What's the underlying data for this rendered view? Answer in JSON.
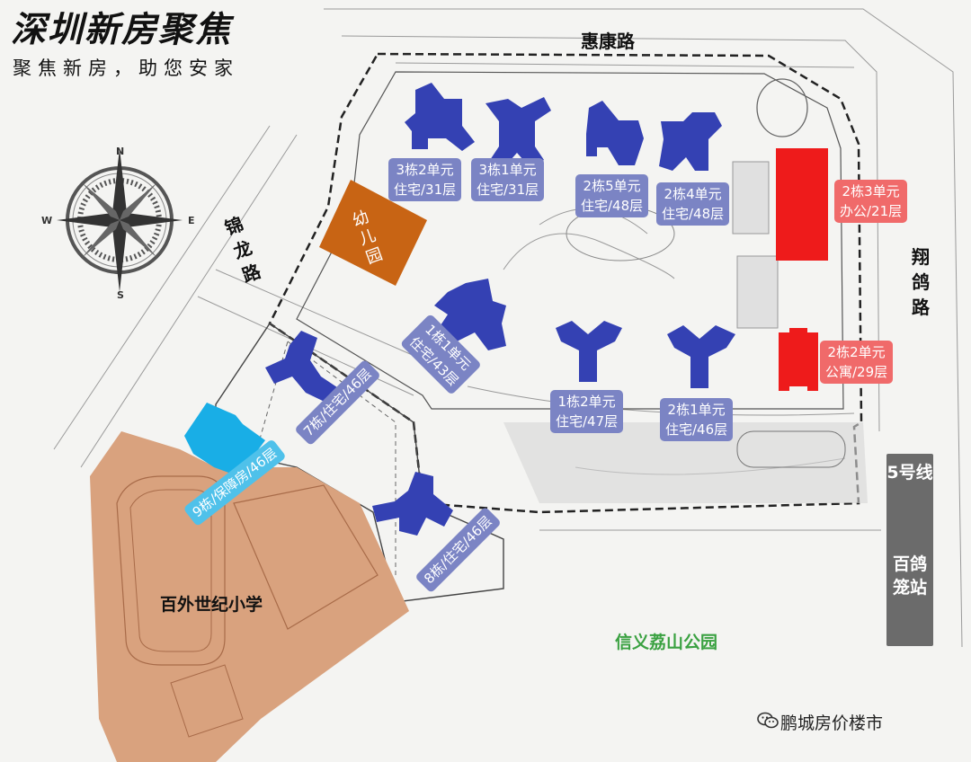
{
  "header": {
    "title": "深圳新房聚焦",
    "slogan": "聚焦新房，助您安家"
  },
  "compass": {
    "north": "N",
    "south": "S",
    "east": "E",
    "west": "W",
    "icon": "compass-rose-icon"
  },
  "roads": {
    "top": "惠康路",
    "left": "锦龙路",
    "right": "翔鸽路"
  },
  "buildings": {
    "b3_2": "3栋2单元\n住宅/31层",
    "b3_1": "3栋1单元\n住宅/31层",
    "b2_5": "2栋5单元\n住宅/48层",
    "b2_4": "2栋4单元\n住宅/48层",
    "b2_3": "2栋3单元\n办公/21层",
    "b2_2": "2栋2单元\n公寓/29层",
    "b1_1": "1栋1单元\n住宅/43层",
    "b1_2": "1栋2单元\n住宅/47层",
    "b2_1": "2栋1单元\n住宅/46层",
    "b7": "7栋/住宅/46层",
    "b9": "9栋/保障房/46层",
    "b8": "8栋/住宅/46层"
  },
  "kindergarten": "幼儿园",
  "school": "百外世纪小学",
  "park": "信义荔山公园",
  "metro": {
    "line": "5号线",
    "station": "百鸽笼站"
  },
  "watermark": "鹏城房价楼市",
  "colors": {
    "residential": "#3441b3",
    "residential_label": "#7b84c4",
    "office": "#ee1b1b",
    "office_label": "#f06a6a",
    "affordable": "#19aee6",
    "affordable_label": "#4fc1ea",
    "kindergarten": "#c86414",
    "school": "#d9a27e",
    "park_text": "#3aa141",
    "metro": "#6b6b6b"
  }
}
